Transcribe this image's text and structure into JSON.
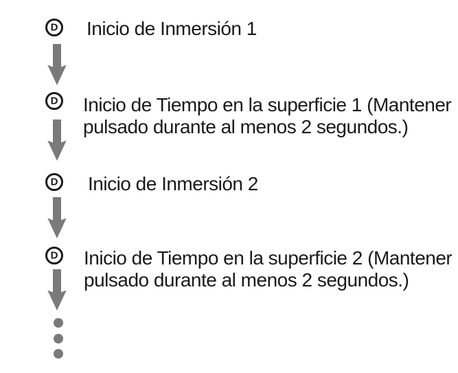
{
  "diagram": {
    "steps": [
      {
        "icon": "circled-d-button",
        "icon_label": "D",
        "lines": [
          "Inicio de Inmersión 1"
        ]
      },
      {
        "icon": "circled-d-button",
        "icon_label": "D",
        "lines": [
          "Inicio de Tiempo en la superficie 1 (Mantener",
          "pulsado durante al menos 2 segundos.)"
        ]
      },
      {
        "icon": "circled-d-button",
        "icon_label": "D",
        "lines": [
          "Inicio de Inmersión 2"
        ]
      },
      {
        "icon": "circled-d-button",
        "icon_label": "D",
        "lines": [
          "Inicio de Tiempo en la superficie 2 (Mantener",
          "pulsado durante al menos 2 segundos.)"
        ]
      }
    ],
    "connector_icon": "down-arrow",
    "ellipsis_dot_count": 3
  },
  "colors": {
    "text": "#1a1a1a",
    "arrow_gray": "#7a7a7a"
  }
}
